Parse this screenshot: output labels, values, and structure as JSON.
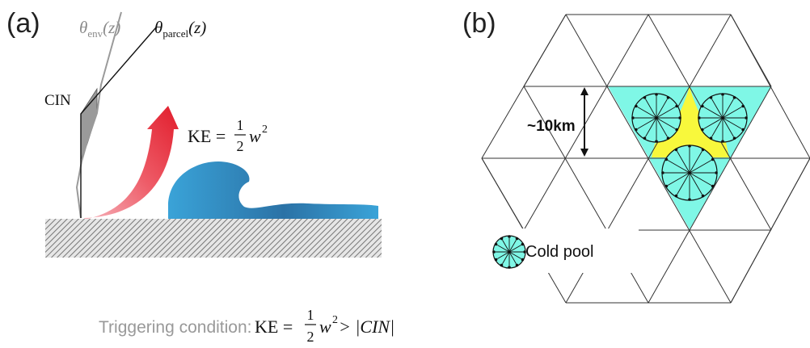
{
  "panel_a": {
    "label": "(a)",
    "theta_env": "θ",
    "theta_env_sub": "env",
    "theta_env_arg": "(z)",
    "theta_parcel": "θ",
    "theta_parcel_sub": "parcel",
    "theta_parcel_arg": "(z)",
    "cin_label": "CIN",
    "ke_lhs": "KE = ",
    "ke_num": "1",
    "ke_den": "2",
    "ke_rhs": "w",
    "ke_exp": "2",
    "trigger_prefix": "Triggering condition:",
    "trigger_lhs": "KE = ",
    "trigger_num": "1",
    "trigger_den": "2",
    "trigger_w": "w",
    "trigger_exp": "2",
    "trigger_rhs": " > |CIN|"
  },
  "panel_b": {
    "label": "(b)",
    "scale_label": "~10km",
    "legend_label": "Cold pool"
  },
  "colors": {
    "cyan": "#7ff7e6",
    "yellow": "#f8f83c",
    "red": "#e8313e",
    "blue": "#2f86b8",
    "gray_line": "#999999"
  }
}
